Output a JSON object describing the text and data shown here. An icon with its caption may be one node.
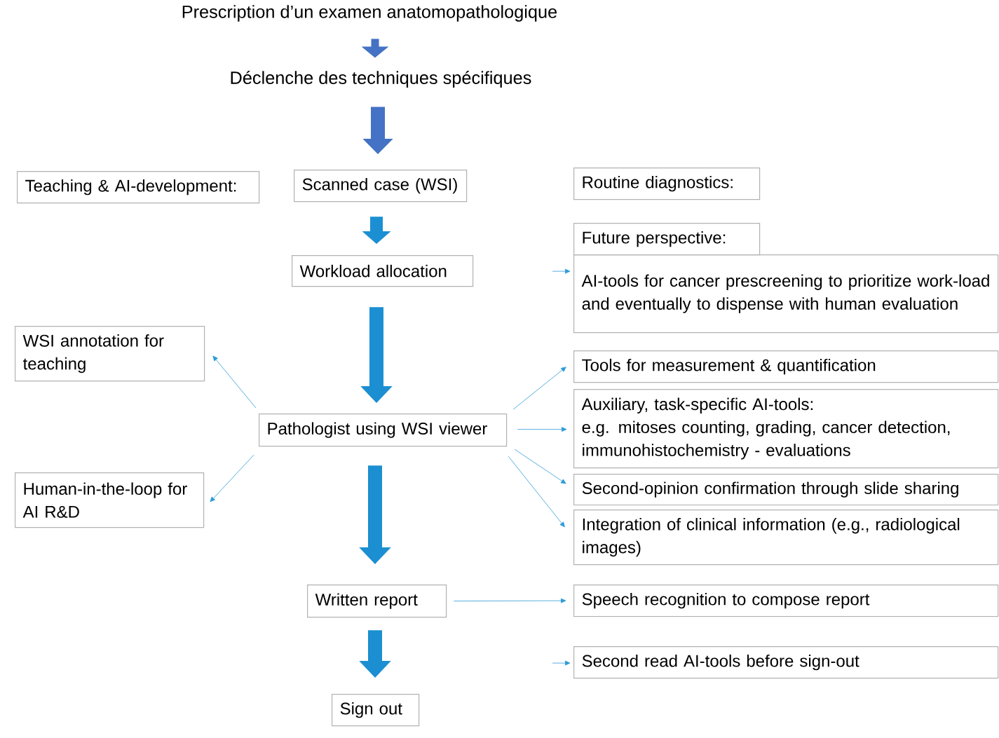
{
  "diagram": {
    "nodes": [
      {
        "text": [
          "Prescription d’un examen anatomopathologique"
        ]
      },
      {
        "text": [
          "Déclenche des techniques spécifiques"
        ]
      },
      {
        "text": [
          "Teaching & AI-development:"
        ]
      },
      {
        "text": [
          "Scanned case (WSI)"
        ]
      },
      {
        "text": [
          "Routine diagnostics:"
        ]
      },
      {
        "text": [
          "Workload allocation"
        ]
      },
      {
        "text": [
          "Future perspective:"
        ]
      },
      {
        "text": [
          "AI-tools for cancer prescreening to prioritize work-load and eventually to dispense with human evaluation"
        ]
      },
      {
        "text": [
          "WSI annotation for teaching"
        ]
      },
      {
        "text": [
          "Tools for measurement & quantification"
        ]
      },
      {
        "text": [
          "Auxiliary, task-specific AI-tools:",
          "e.g. mitoses counting, grading, cancer detection, immunohistochemistry - evaluations"
        ]
      },
      {
        "text": [
          "Pathologist using WSI viewer"
        ]
      },
      {
        "text": [
          "Human-in-the-loop for AI R&D"
        ]
      },
      {
        "text": [
          "Second-opinion confirmation through slide sharing"
        ]
      },
      {
        "text": [
          "Integration of clinical information (e.g., radiological images)"
        ]
      },
      {
        "text": [
          "Written report"
        ]
      },
      {
        "text": [
          "Speech recognition to compose report"
        ]
      },
      {
        "text": [
          "Second read AI-tools before sign-out"
        ]
      },
      {
        "text": [
          "Sign out"
        ]
      }
    ],
    "edges": [
      {
        "from": 0,
        "to": 1,
        "arrow": "to",
        "style": "thick",
        "color": "#4472c4"
      },
      {
        "from": 1,
        "to": 3,
        "arrow": "to",
        "style": "thick",
        "color": "#4472c4"
      },
      {
        "from": 3,
        "to": 5,
        "arrow": "to",
        "style": "thick",
        "color": "#1b8fd2"
      },
      {
        "from": 5,
        "to": 11,
        "arrow": "to",
        "style": "thick",
        "color": "#1b8fd2"
      },
      {
        "from": 11,
        "to": 15,
        "arrow": "to",
        "style": "thick",
        "color": "#1b8fd2"
      },
      {
        "from": 15,
        "to": 18,
        "arrow": "to",
        "style": "thick",
        "color": "#1b8fd2"
      },
      {
        "from": 11,
        "to": 8,
        "arrow": "to"
      },
      {
        "from": 11,
        "to": 12,
        "arrow": "to"
      },
      {
        "from": 11,
        "to": 9,
        "arrow": "to"
      },
      {
        "from": 11,
        "to": 10,
        "arrow": "to"
      },
      {
        "from": 11,
        "to": 13,
        "arrow": "to"
      },
      {
        "from": 11,
        "to": 14,
        "arrow": "to"
      },
      {
        "from": 15,
        "to": 16,
        "arrow": "to"
      },
      {
        "from": null,
        "to": 7,
        "arrow": "to"
      },
      {
        "from": null,
        "to": 17,
        "arrow": "to"
      }
    ]
  }
}
